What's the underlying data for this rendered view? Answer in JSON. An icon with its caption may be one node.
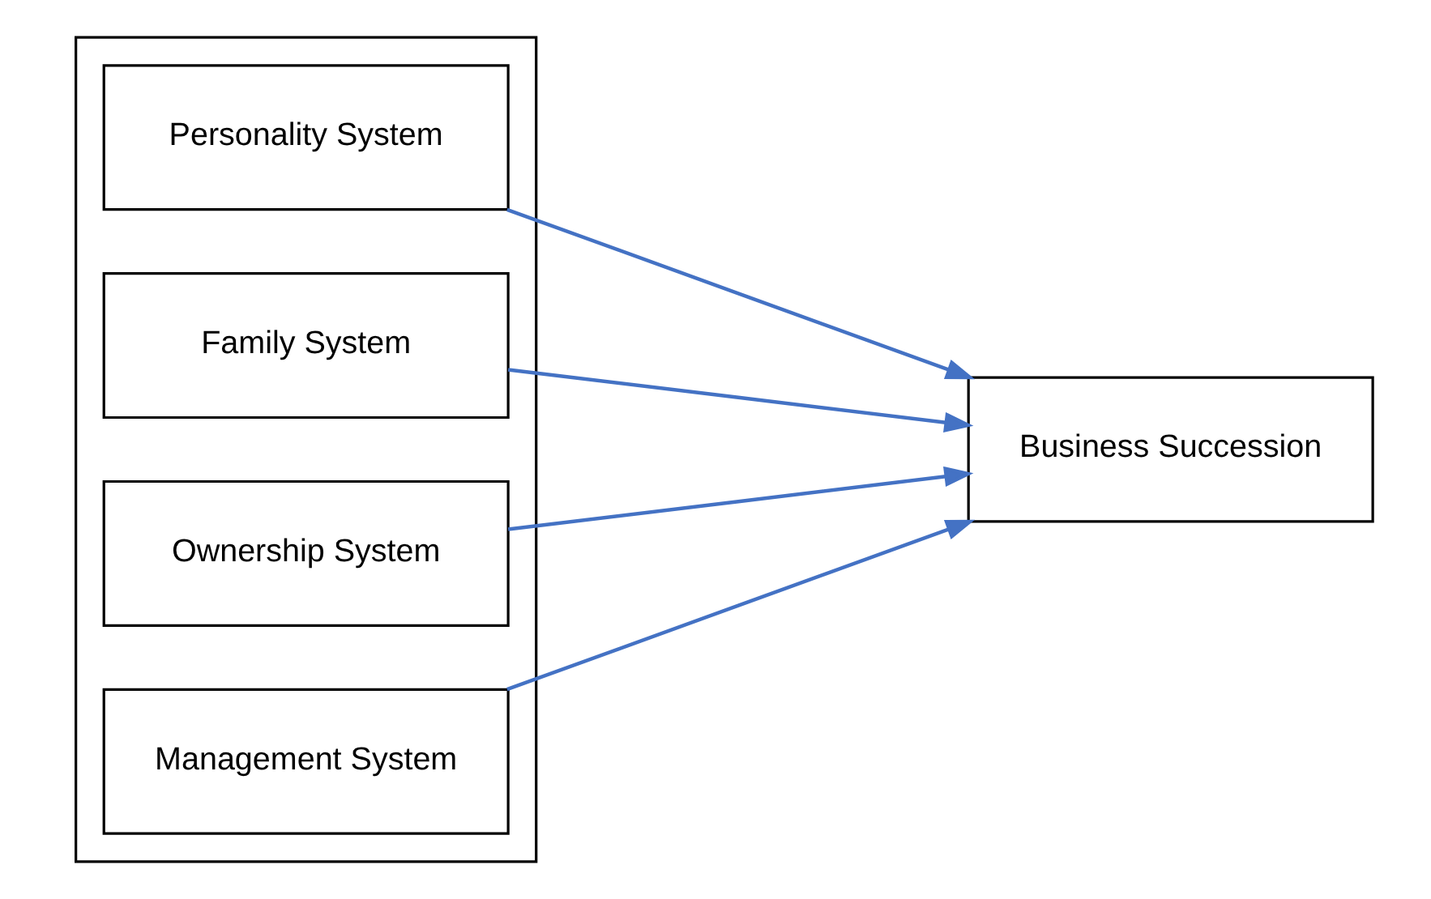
{
  "diagram": {
    "nodes": [
      {
        "text": [],
        "shape": "box"
      },
      {
        "text": [
          "Personality System"
        ],
        "in": 0
      },
      {
        "text": [
          "Family System"
        ],
        "in": 0
      },
      {
        "text": [
          "Ownership System"
        ],
        "in": 0
      },
      {
        "text": [
          "Management System"
        ],
        "in": 0
      },
      {
        "text": [
          "Business Succession"
        ]
      }
    ],
    "edges": [
      {
        "from": 1,
        "to": 5,
        "arrow": "to"
      },
      {
        "from": 2,
        "to": 5,
        "arrow": "to"
      },
      {
        "from": 3,
        "to": 5,
        "arrow": "to"
      },
      {
        "from": 4,
        "to": 5,
        "arrow": "to"
      }
    ]
  }
}
